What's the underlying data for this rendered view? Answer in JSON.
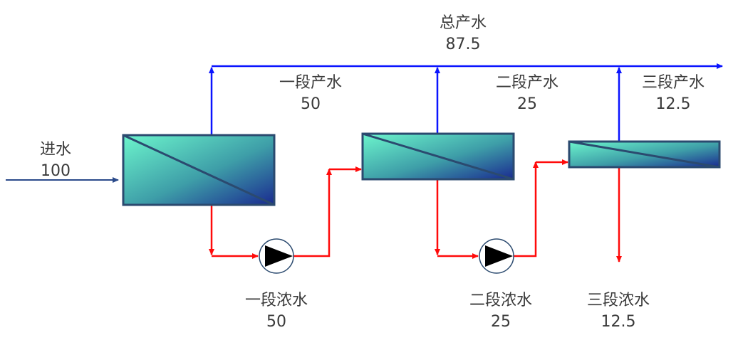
{
  "colors": {
    "permeate": "#0a14ff",
    "concentrate": "#ff0a0a",
    "feed": "#2a4a8a",
    "module_border": "#2b4a6f"
  },
  "total": {
    "label": "总产水",
    "value": "87.5"
  },
  "feed": {
    "label": "进水",
    "value": "100"
  },
  "stages": [
    {
      "permeate_label": "一段产水",
      "permeate_value": "50",
      "concentrate_label": "一段浓水",
      "concentrate_value": "50"
    },
    {
      "permeate_label": "二段产水",
      "permeate_value": "25",
      "concentrate_label": "二段浓水",
      "concentrate_value": "25"
    },
    {
      "permeate_label": "三段产水",
      "permeate_value": "12.5",
      "concentrate_label": "三段浓水",
      "concentrate_value": "12.5"
    }
  ]
}
